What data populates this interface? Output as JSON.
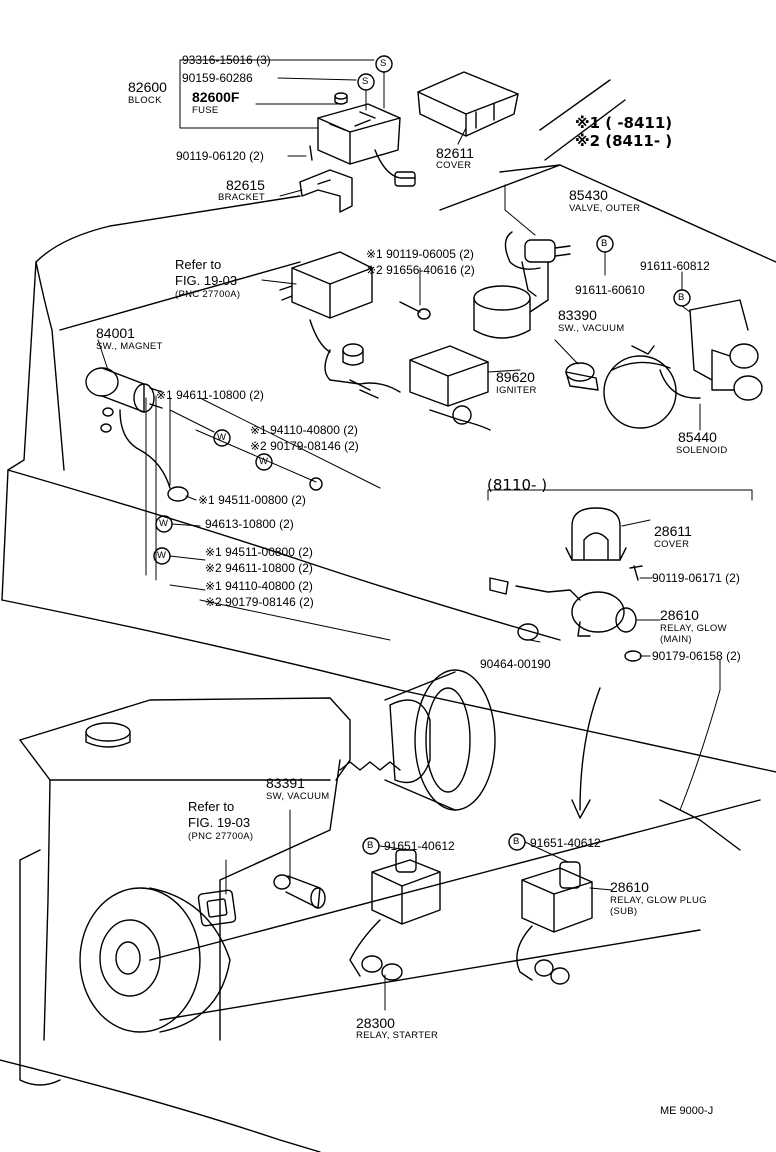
{
  "diagram_code": "ME 9000-J",
  "variant_legend": {
    "v1": "※1 (       -8411)",
    "v2": "※2 (8411-       )"
  },
  "group_range": "(8110-          )",
  "symbols": {
    "S": "S",
    "B": "B",
    "W": "W"
  },
  "parts": {
    "p93316": "93316-15016 (3)",
    "p90159": "90159-60286",
    "block_no": "82600",
    "block_name": "BLOCK",
    "fuse_no": "82600F",
    "fuse_name": "FUSE",
    "p90119_06120": "90119-06120 (2)",
    "cover_no": "82611",
    "cover_name": "COVER",
    "bracket_no": "82615",
    "bracket_name": "BRACKET",
    "valve_no": "85430",
    "valve_name": "VALVE, OUTER",
    "ref1_a": "Refer to",
    "ref1_b": "FIG. 19-03",
    "ref1_c": "(PNC 27700A)",
    "v1_90119_06005": "※1 90119-06005 (2)",
    "v2_91656": "※2 91656-40616 (2)",
    "p91611_60610": "91611-60610",
    "p91611_60812": "91611-60812",
    "vac_no": "83390",
    "vac_name": "SW., VACUUM",
    "magnet_no": "84001",
    "magnet_name": "SW., MAGNET",
    "igniter_no": "89620",
    "igniter_name": "IGNITER",
    "solenoid_no": "85440",
    "solenoid_name": "SOLENOID",
    "v1_94611_a": "※1 94611-10800 (2)",
    "v1_94110_a": "※1 94110-40800 (2)",
    "v2_90179_a": "※2 90179-08146 (2)",
    "v1_94511_a": "※1 94511-00800 (2)",
    "p94613": "94613-10800 (2)",
    "v1_94511_b": "※1 94511-00800 (2)",
    "v2_94611_b": "※2 94611-10800 (2)",
    "v1_94110_b": "※1 94110-40800 (2)",
    "v2_90179_b": "※2 90179-08146 (2)",
    "glow_cover_no": "28611",
    "glow_cover_name": "COVER",
    "p90119_06171": "90119-06171 (2)",
    "glow_main_no": "28610",
    "glow_main_name": "RELAY, GLOW",
    "glow_main_sub": "(MAIN)",
    "p90464": "90464-00190",
    "p90179_06158": "90179-06158 (2)",
    "vac2_no": "83391",
    "vac2_name": "SW, VACUUM",
    "ref2_a": "Refer to",
    "ref2_b": "FIG. 19-03",
    "ref2_c": "(PNC 27700A)",
    "p91651_a": "91651-40612",
    "p91651_b": "91651-40612",
    "glow_sub_no": "28610",
    "glow_sub_name": "RELAY, GLOW PLUG",
    "glow_sub_sub": "(SUB)",
    "starter_no": "28300",
    "starter_name": "RELAY, STARTER"
  }
}
